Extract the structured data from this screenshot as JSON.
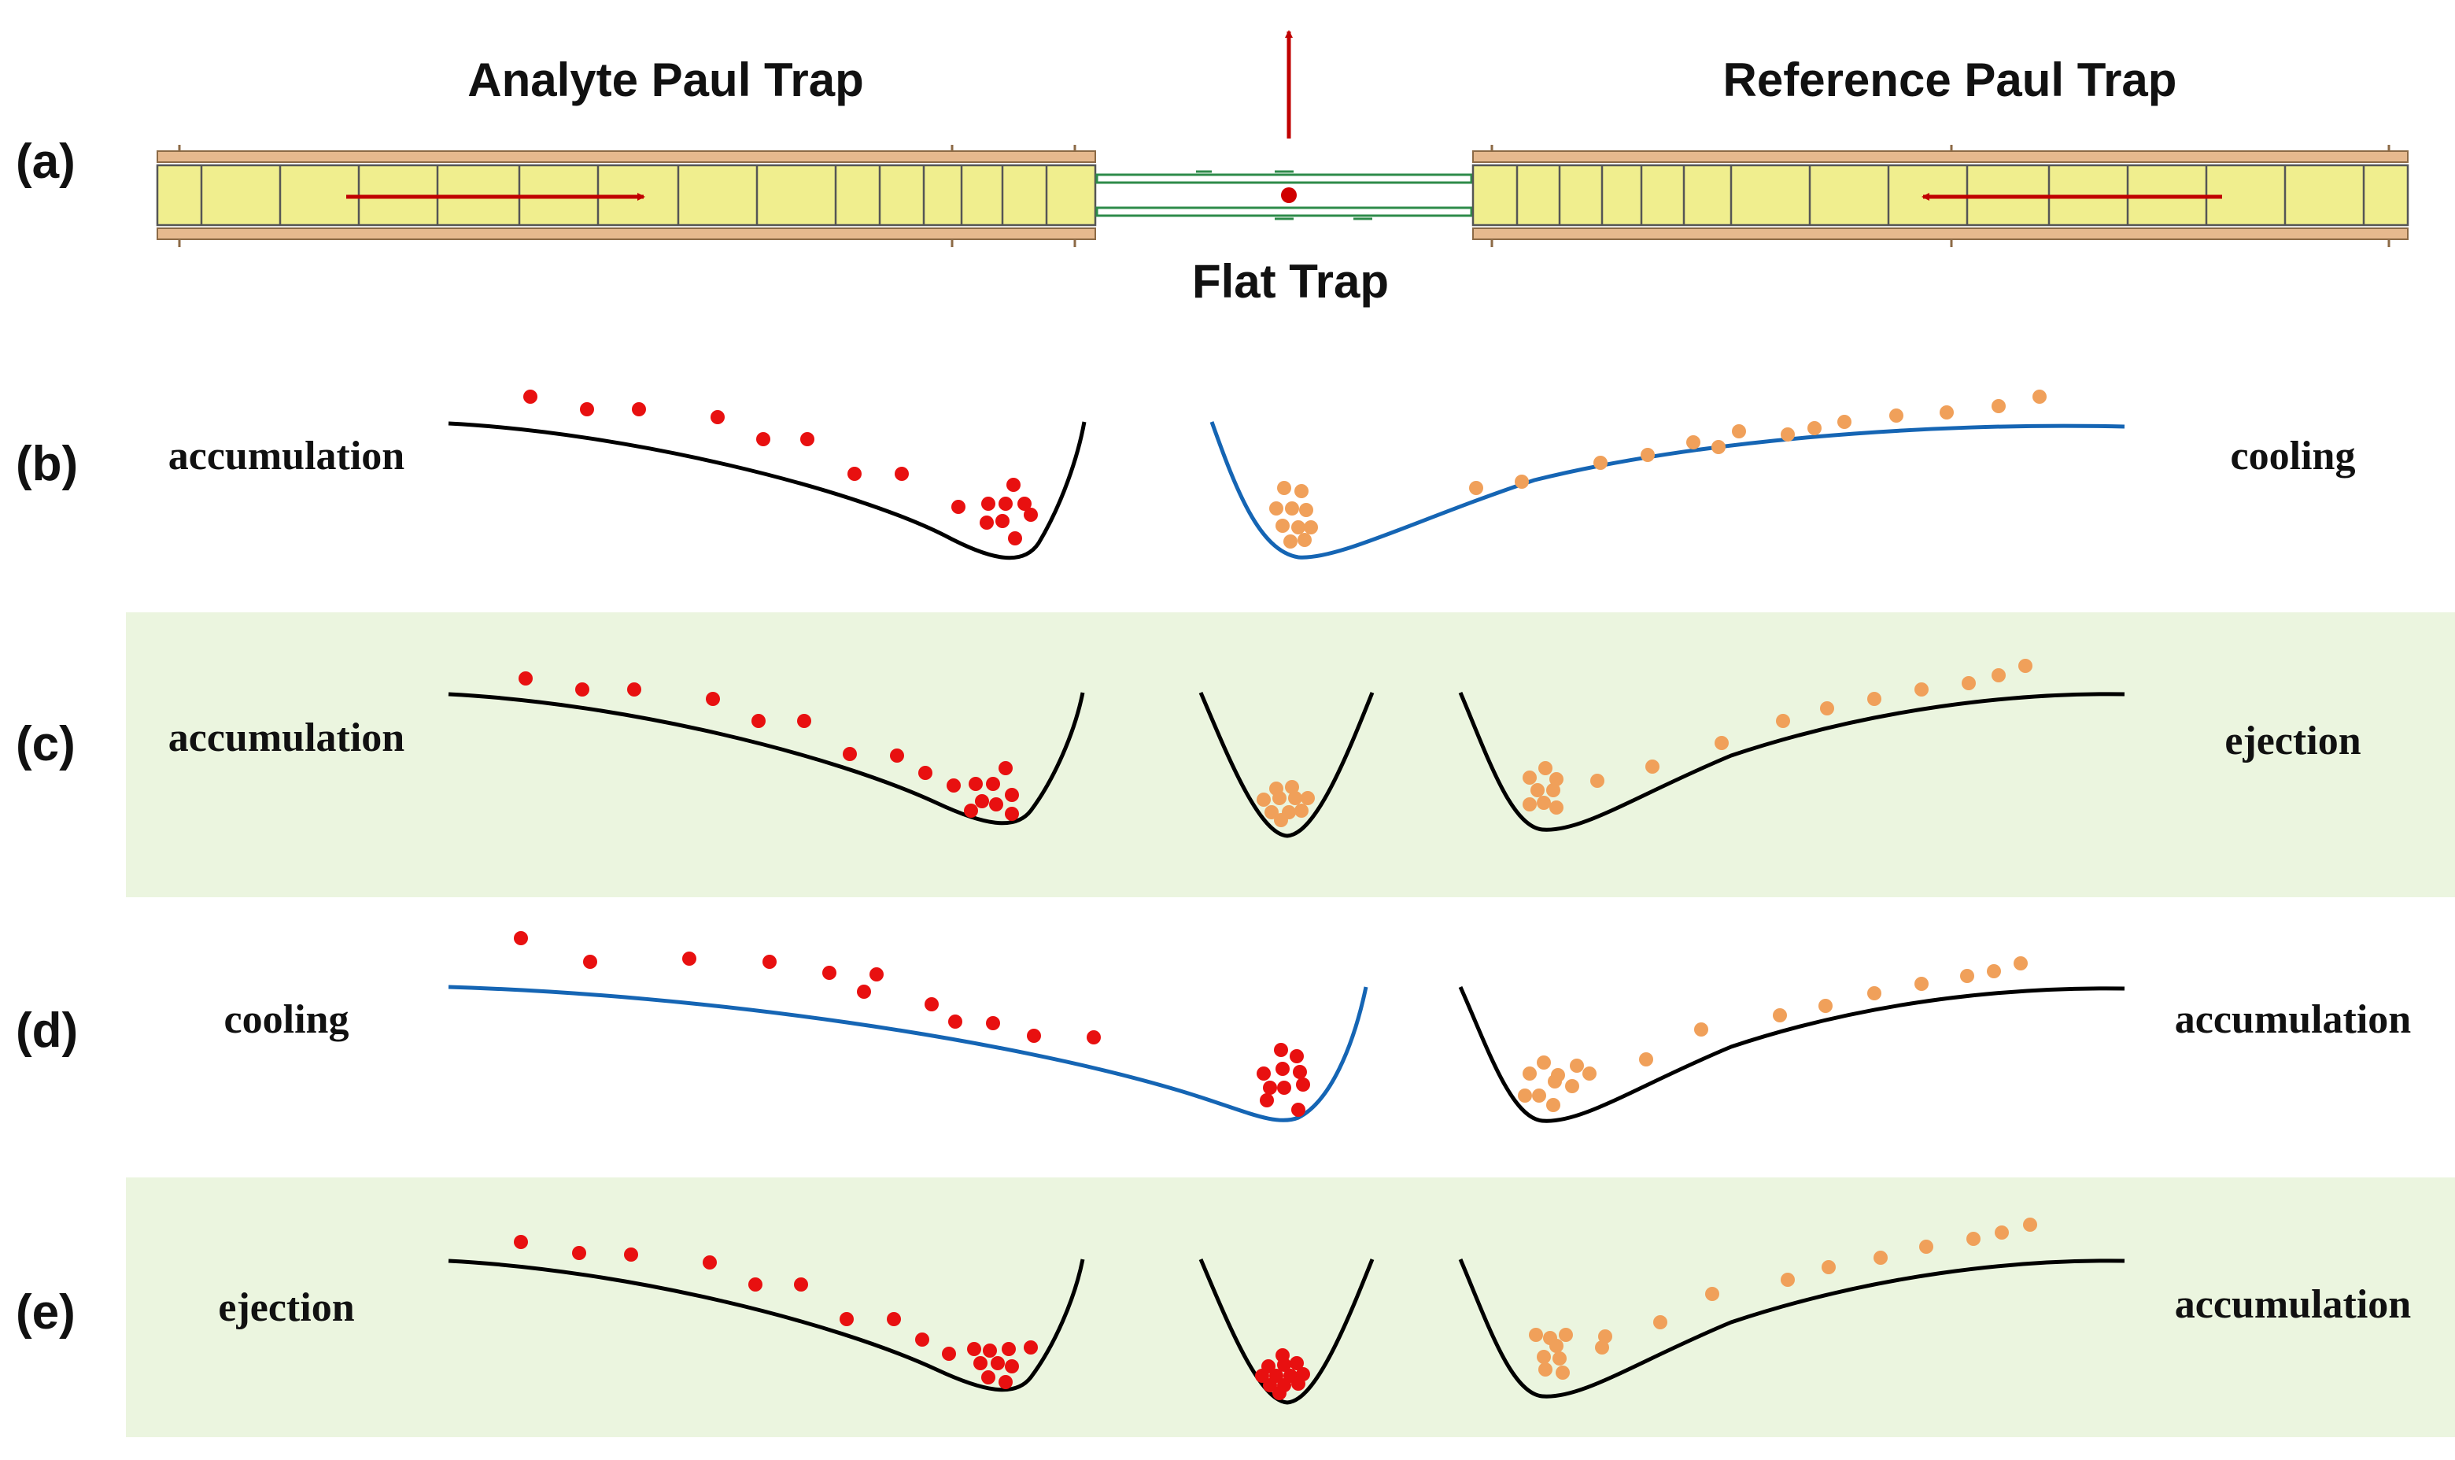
{
  "panel_a": {
    "label": "(a)",
    "left_trap_title": "Analyte Paul Trap",
    "right_trap_title": "Reference Paul Trap",
    "center_trap_title": "Flat Trap"
  },
  "panels": [
    {
      "label": "(b)",
      "left_stage": "accumulation",
      "right_stage": "cooling",
      "shaded": false
    },
    {
      "label": "(c)",
      "left_stage": "accumulation",
      "right_stage": "ejection",
      "shaded": true
    },
    {
      "label": "(d)",
      "left_stage": "cooling",
      "right_stage": "accumulation",
      "shaded": false
    },
    {
      "label": "(e)",
      "left_stage": "ejection",
      "right_stage": "accumulation",
      "shaded": true
    }
  ],
  "colors": {
    "trap_body": "#f0ee8e",
    "trap_rail": "#e6b98e",
    "flat_trap": "#2e8b4a",
    "arrow": "#c00000",
    "analyte_ion": "#e81010",
    "reference_ion": "#f0a05a",
    "potential_accumulation": "#000000",
    "potential_cooling": "#1565b4",
    "shade": "#ebf5df"
  }
}
